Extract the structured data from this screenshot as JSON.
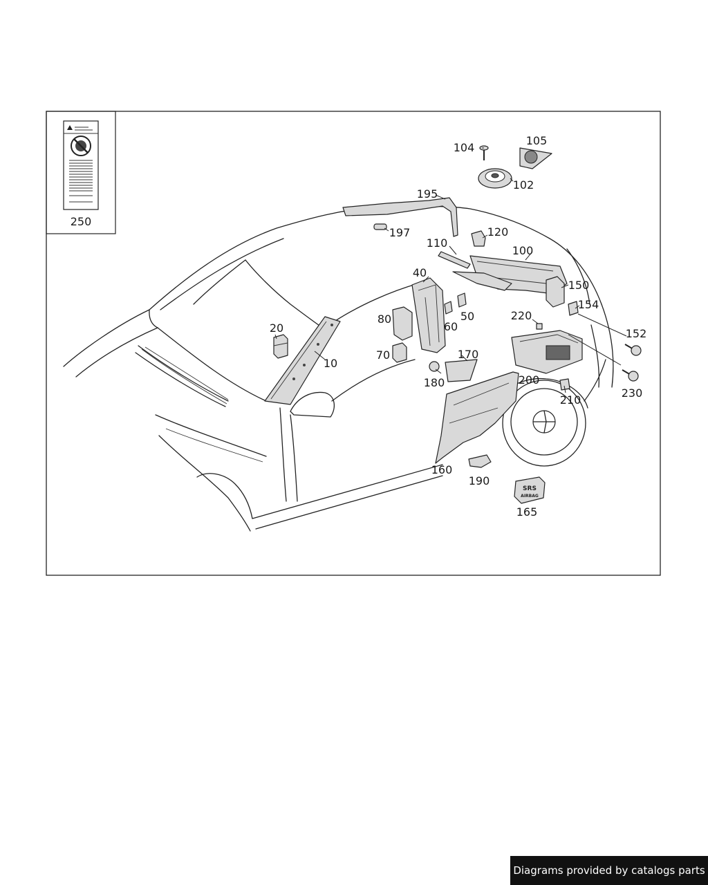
{
  "labels": {
    "p10": "10",
    "p20": "20",
    "p40": "40",
    "p50": "50",
    "p60": "60",
    "p70": "70",
    "p80": "80",
    "p100": "100",
    "p102": "102",
    "p104": "104",
    "p105": "105",
    "p110": "110",
    "p120": "120",
    "p150": "150",
    "p152": "152",
    "p154": "154",
    "p160": "160",
    "p165": "165",
    "p170": "170",
    "p180": "180",
    "p190": "190",
    "p195": "195",
    "p197": "197",
    "p200": "200",
    "p210": "210",
    "p220": "220",
    "p230": "230",
    "p250": "250"
  },
  "badge": {
    "line1": "SRS",
    "line2": "AIRBAG"
  },
  "footer": {
    "text": "Diagrams provided by catalogs parts"
  },
  "colors": {
    "line": "#222222",
    "part_fill": "#d9d9d9",
    "footer_bg": "#111111"
  }
}
